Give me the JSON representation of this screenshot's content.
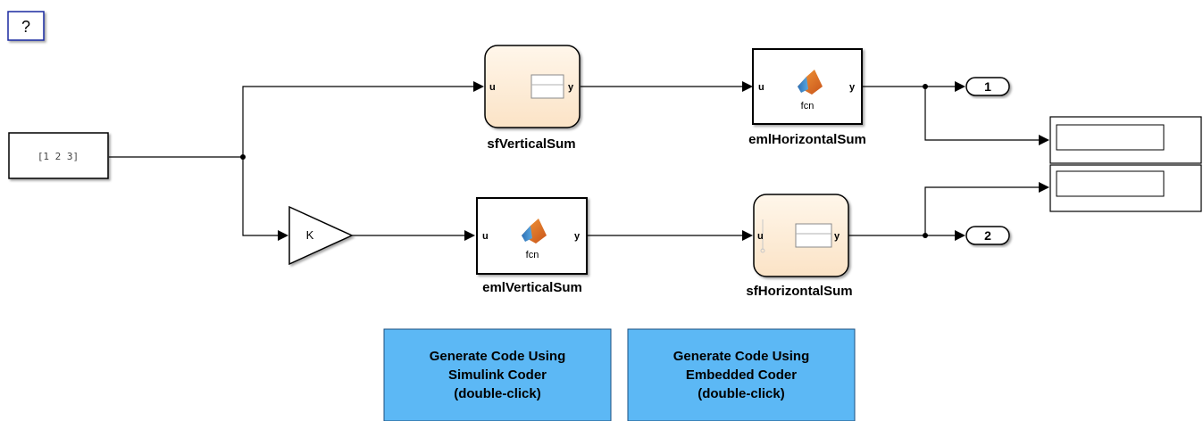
{
  "help_button": {
    "label": "?"
  },
  "blocks": {
    "constant": {
      "value_display": "[1 2 3]"
    },
    "gain": {
      "label": "K"
    },
    "sf_vertical_sum": {
      "name": "sfVerticalSum",
      "in_port": "u",
      "out_port": "y"
    },
    "eml_horizontal_sum": {
      "name": "emlHorizontalSum",
      "in_port": "u",
      "out_port": "y",
      "fcn_label": "fcn"
    },
    "eml_vertical_sum": {
      "name": "emlVerticalSum",
      "in_port": "u",
      "out_port": "y",
      "fcn_label": "fcn"
    },
    "sf_horizontal_sum": {
      "name": "sfHorizontalSum",
      "in_port": "u",
      "out_port": "y"
    },
    "outport_1": {
      "number": "1"
    },
    "outport_2": {
      "number": "2"
    },
    "display_1": {
      "value": ""
    },
    "display_2": {
      "value": ""
    }
  },
  "buttons": {
    "simulink_coder": {
      "line1": "Generate Code Using",
      "line2": "Simulink Coder",
      "line3": "(double-click)"
    },
    "embedded_coder": {
      "line1": "Generate Code Using",
      "line2": "Embedded Coder",
      "line3": "(double-click)"
    }
  },
  "colors": {
    "button_fill": "#5cb8f5",
    "stateflow_fill": "#fdecd2",
    "line": "#000000"
  }
}
